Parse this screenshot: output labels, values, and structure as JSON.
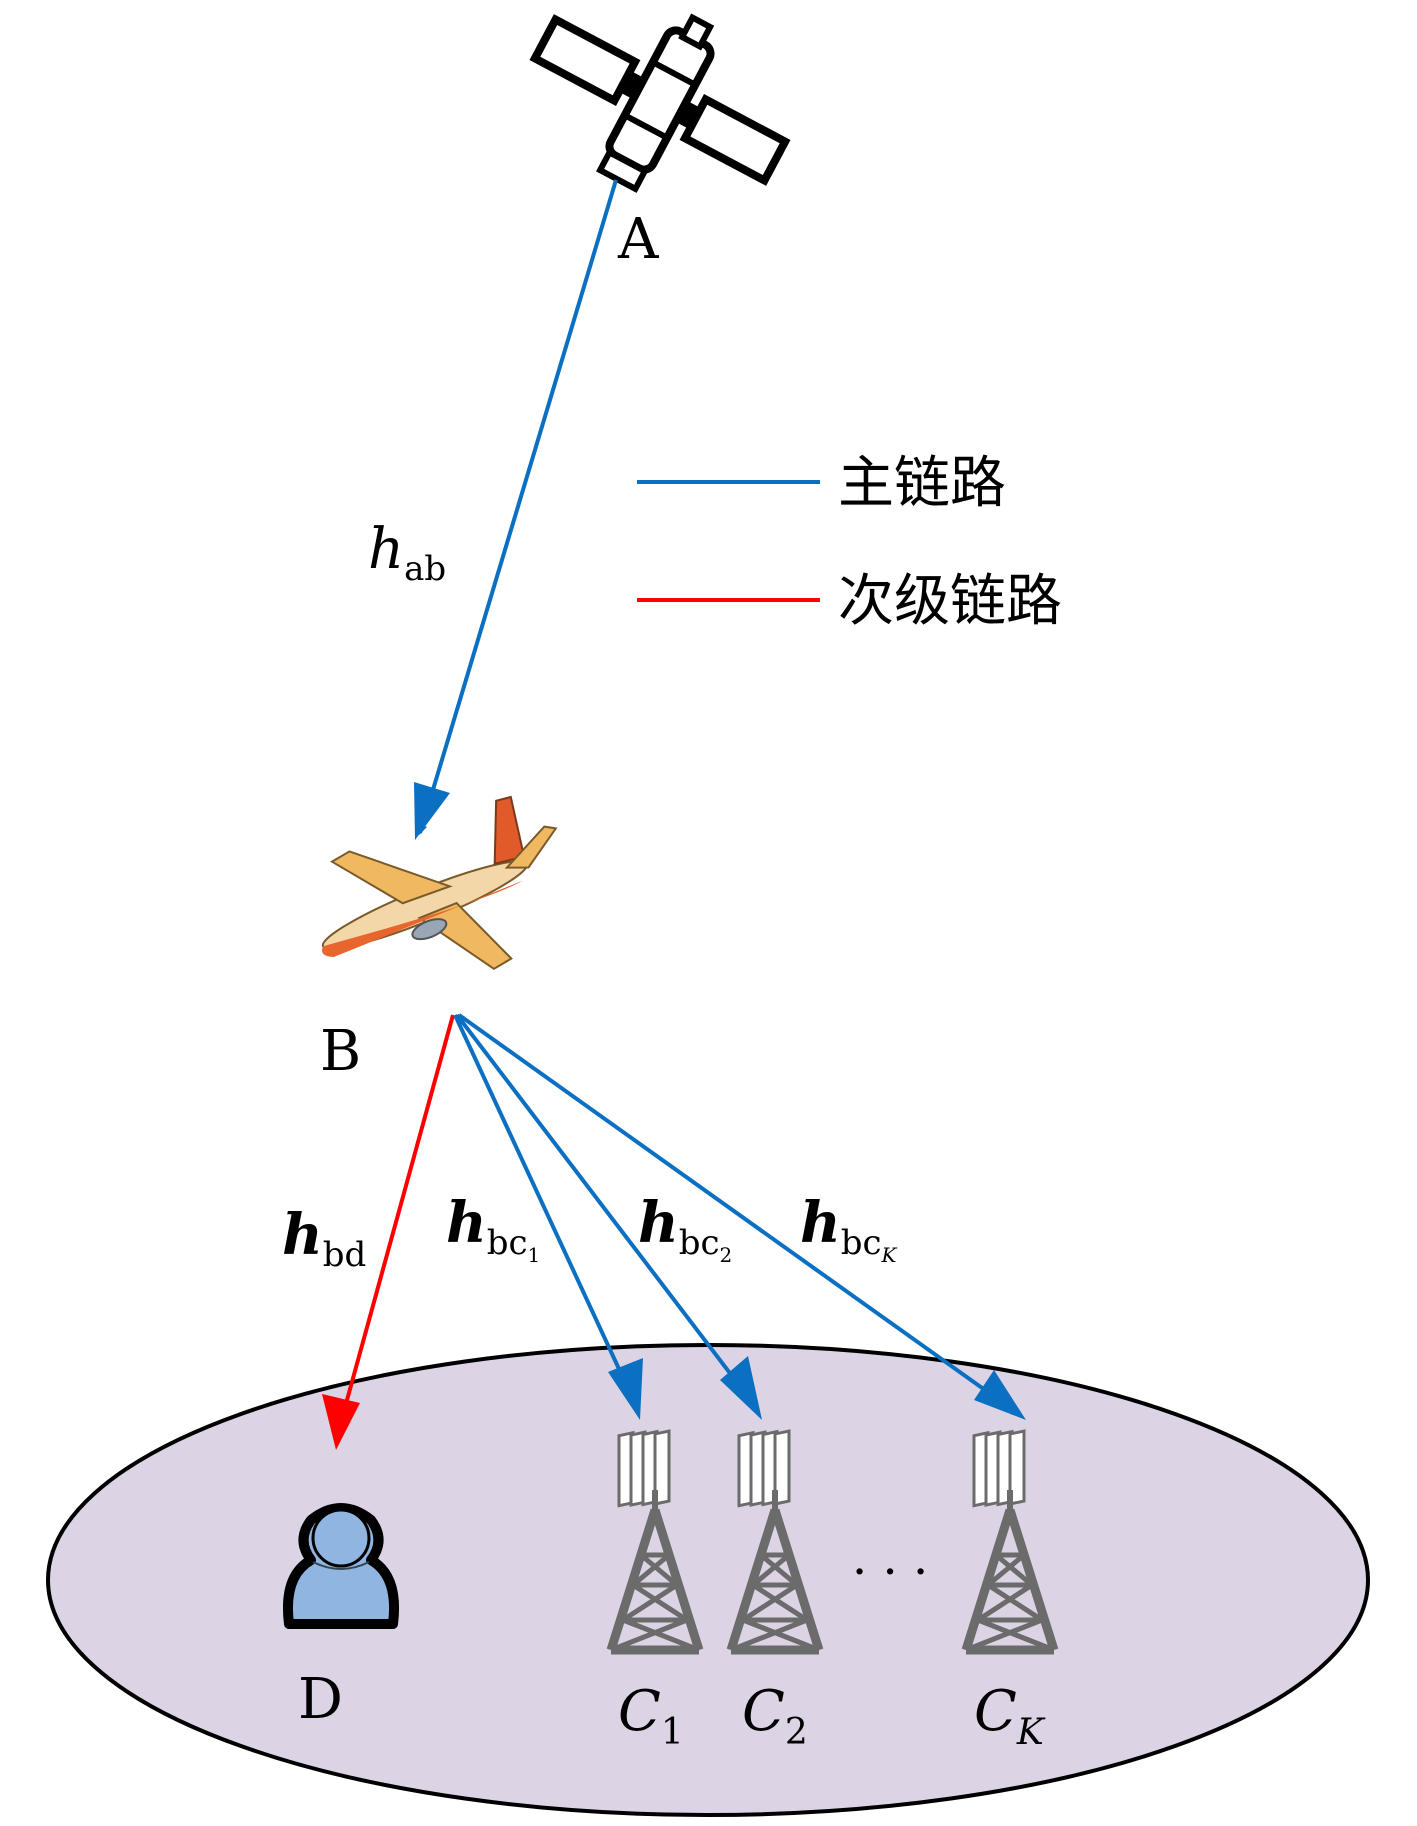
{
  "nodes": {
    "a": "A",
    "b": "B",
    "d": "D",
    "c1": {
      "main": "C",
      "sub": "1"
    },
    "c2": {
      "main": "C",
      "sub": "2"
    },
    "ck": {
      "main": "C",
      "sub": "K"
    },
    "ellipsis": "· · ·"
  },
  "links": {
    "hab": {
      "main": "h",
      "sub": "ab"
    },
    "hbd": {
      "main": "h",
      "sub": "bd"
    },
    "hbc1": {
      "main": "h",
      "sub": "bc",
      "subsub": "1"
    },
    "hbc2": {
      "main": "h",
      "sub": "bc",
      "subsub": "2"
    },
    "hbck": {
      "main": "h",
      "sub": "bc",
      "subsub": "K"
    }
  },
  "legend": {
    "primary": "主链路",
    "secondary": "次级链路"
  },
  "colors": {
    "primary": "#0b6fc2",
    "secondary": "#ff0000",
    "ground": "#dcd4e4",
    "tower": "#6b6b6b",
    "user": "#8fb5e0"
  },
  "icons": [
    "satellite-icon",
    "airplane-icon",
    "user-icon",
    "tower-icon"
  ]
}
